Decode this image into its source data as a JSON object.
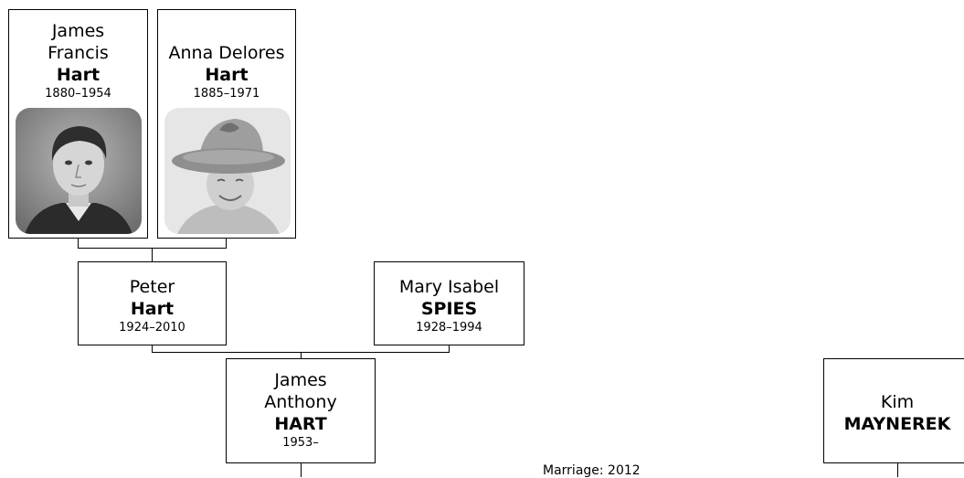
{
  "people": {
    "james_francis": {
      "given": [
        "James",
        "Francis"
      ],
      "surname": "Hart",
      "dates": "1880–1954"
    },
    "anna_delores": {
      "given": [
        "Anna Delores"
      ],
      "surname": "Hart",
      "dates": "1885–1971"
    },
    "peter": {
      "given": [
        "Peter"
      ],
      "surname": "Hart",
      "dates": "1924–2010"
    },
    "mary_isabel": {
      "given": [
        "Mary Isabel"
      ],
      "surname": "SPIES",
      "dates": "1928–1994"
    },
    "james_anthony": {
      "given": [
        "James",
        "Anthony"
      ],
      "surname": "HART",
      "dates": "1953–"
    },
    "kim": {
      "given": [
        "Kim"
      ],
      "surname": "MAYNEREK",
      "dates": ""
    }
  },
  "marriage_label": "Marriage: 2012",
  "colors": {
    "line": "#000000",
    "box_border": "#000000",
    "background": "#ffffff"
  },
  "icons": {
    "james_francis_photo": "portrait-photo-man",
    "anna_delores_photo": "portrait-photo-woman-hat"
  }
}
